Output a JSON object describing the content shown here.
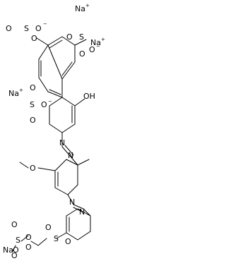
{
  "diagram": {
    "type": "chemical-structure",
    "atom_labels": {
      "na1": "Na",
      "na1_charge": "+",
      "na2": "Na",
      "na2_charge": "+",
      "na3": "Na",
      "na3_charge": "+",
      "na4": "Na",
      "o_top_left": "O",
      "s_top": "S",
      "o_top_mid": "O",
      "o_top_charge": "−",
      "o_top_bottom": "O",
      "o_mid_left": "O",
      "s_mid": "S",
      "o_mid_right": "O",
      "o_mid_charge": "−",
      "o_mid_bottom": "O",
      "oh": "OH",
      "o_left_top": "O",
      "s_left": "S",
      "o_left_right": "O",
      "o_left_charge": "−",
      "o_left_bottom": "O",
      "n1": "N",
      "n2": "N",
      "methoxy_o": "O",
      "n3": "N",
      "n4": "N",
      "o_sulfone_left": "O",
      "s_sulfone": "S",
      "o_sulfone_right": "O",
      "o_ester": "O",
      "s_sulfate": "S",
      "o_sulfate_top": "O",
      "o_sulfate_right": "O",
      "o_sulfate_bottom": "O",
      "o_na": "O"
    }
  }
}
